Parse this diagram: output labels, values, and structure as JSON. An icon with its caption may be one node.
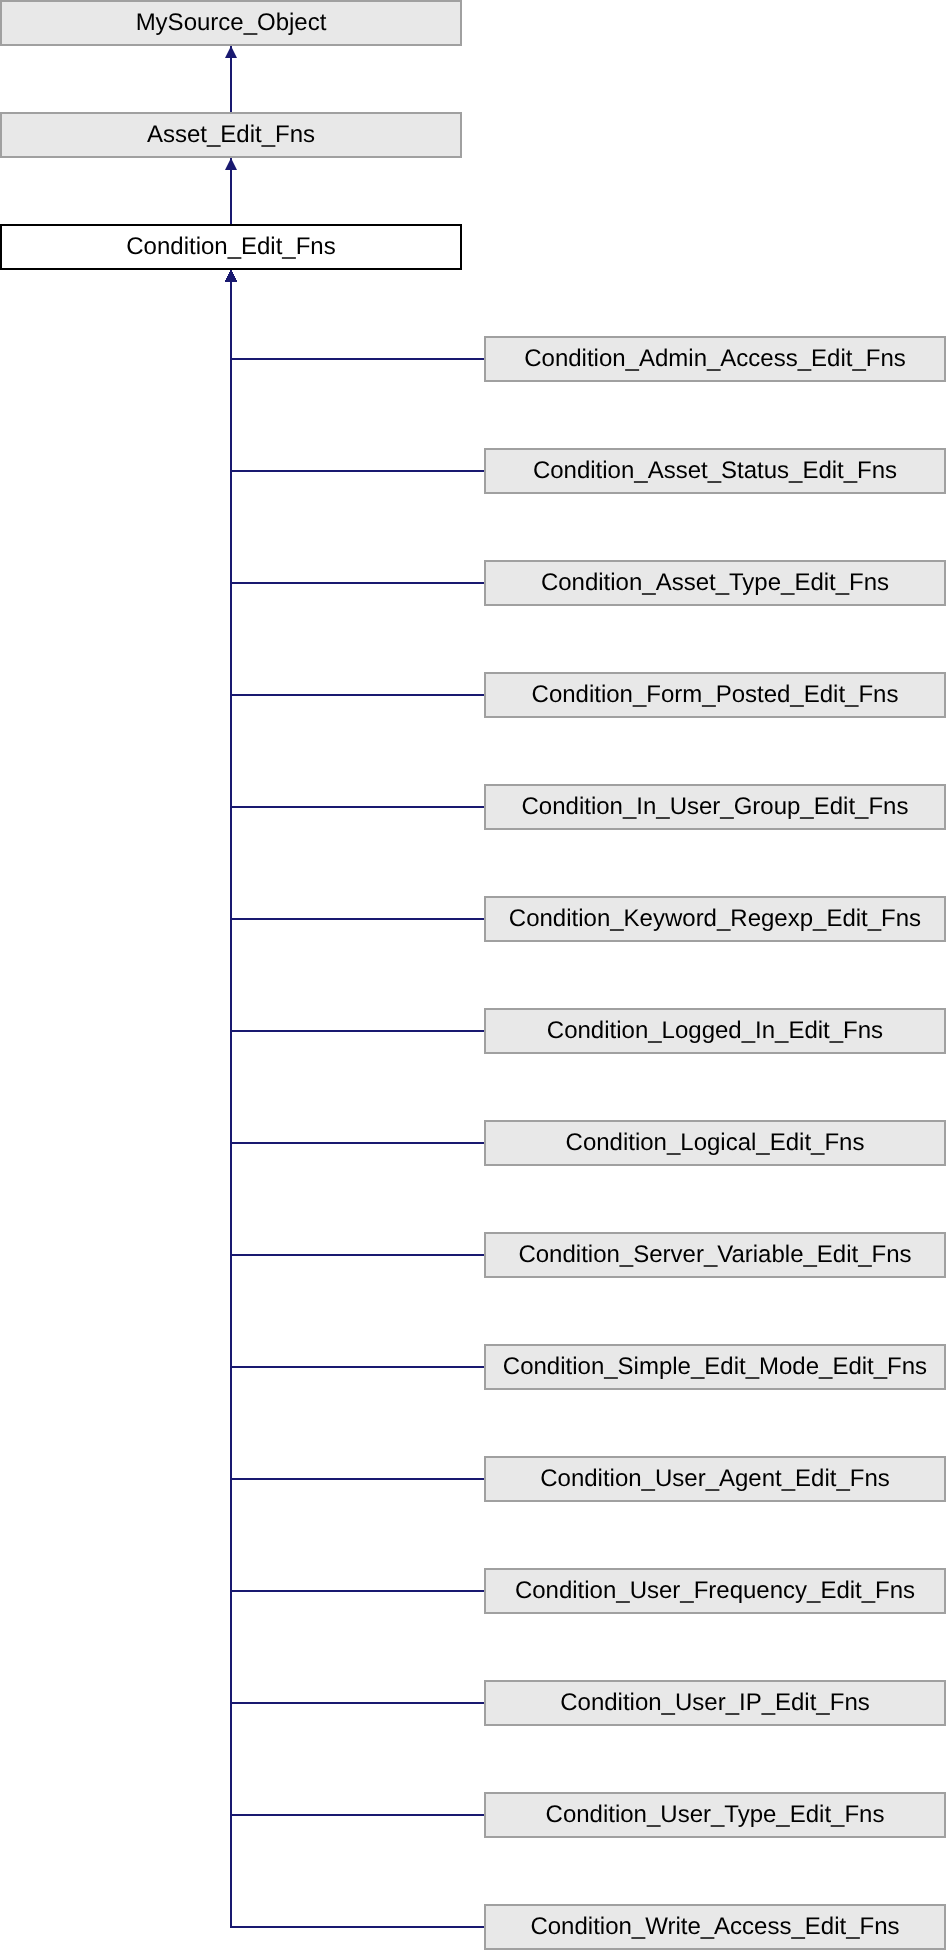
{
  "diagram": {
    "nodes": [
      {
        "text": [
          "MySource_Object"
        ]
      },
      {
        "text": [
          "Asset_Edit_Fns"
        ]
      },
      {
        "text": [
          "Condition_Edit_Fns"
        ]
      },
      {
        "text": [
          "Condition_Admin_Access_Edit_Fns"
        ]
      },
      {
        "text": [
          "Condition_Asset_Status_Edit_Fns"
        ]
      },
      {
        "text": [
          "Condition_Asset_Type_Edit_Fns"
        ]
      },
      {
        "text": [
          "Condition_Form_Posted_Edit_Fns"
        ]
      },
      {
        "text": [
          "Condition_In_User_Group_Edit_Fns"
        ]
      },
      {
        "text": [
          "Condition_Keyword_Regexp_Edit_Fns"
        ]
      },
      {
        "text": [
          "Condition_Logged_In_Edit_Fns"
        ]
      },
      {
        "text": [
          "Condition_Logical_Edit_Fns"
        ]
      },
      {
        "text": [
          "Condition_Server_Variable_Edit_Fns"
        ]
      },
      {
        "text": [
          "Condition_Simple_Edit_Mode_Edit_Fns"
        ]
      },
      {
        "text": [
          "Condition_User_Agent_Edit_Fns"
        ]
      },
      {
        "text": [
          "Condition_User_Frequency_Edit_Fns"
        ]
      },
      {
        "text": [
          "Condition_User_IP_Edit_Fns"
        ]
      },
      {
        "text": [
          "Condition_User_Type_Edit_Fns"
        ]
      },
      {
        "text": [
          "Condition_Write_Access_Edit_Fns"
        ]
      }
    ],
    "edges": [
      {
        "from": 1,
        "to": 0,
        "arrow": "to"
      },
      {
        "from": 2,
        "to": 1,
        "arrow": "to"
      },
      {
        "from": 3,
        "to": 2,
        "arrow": "to"
      },
      {
        "from": 4,
        "to": 2,
        "arrow": "to"
      },
      {
        "from": 5,
        "to": 2,
        "arrow": "to"
      },
      {
        "from": 6,
        "to": 2,
        "arrow": "to"
      },
      {
        "from": 7,
        "to": 2,
        "arrow": "to"
      },
      {
        "from": 8,
        "to": 2,
        "arrow": "to"
      },
      {
        "from": 9,
        "to": 2,
        "arrow": "to"
      },
      {
        "from": 10,
        "to": 2,
        "arrow": "to"
      },
      {
        "from": 11,
        "to": 2,
        "arrow": "to"
      },
      {
        "from": 12,
        "to": 2,
        "arrow": "to"
      },
      {
        "from": 13,
        "to": 2,
        "arrow": "to"
      },
      {
        "from": 14,
        "to": 2,
        "arrow": "to"
      },
      {
        "from": 15,
        "to": 2,
        "arrow": "to"
      },
      {
        "from": 16,
        "to": 2,
        "arrow": "to"
      },
      {
        "from": 17,
        "to": 2,
        "arrow": "to"
      }
    ]
  }
}
